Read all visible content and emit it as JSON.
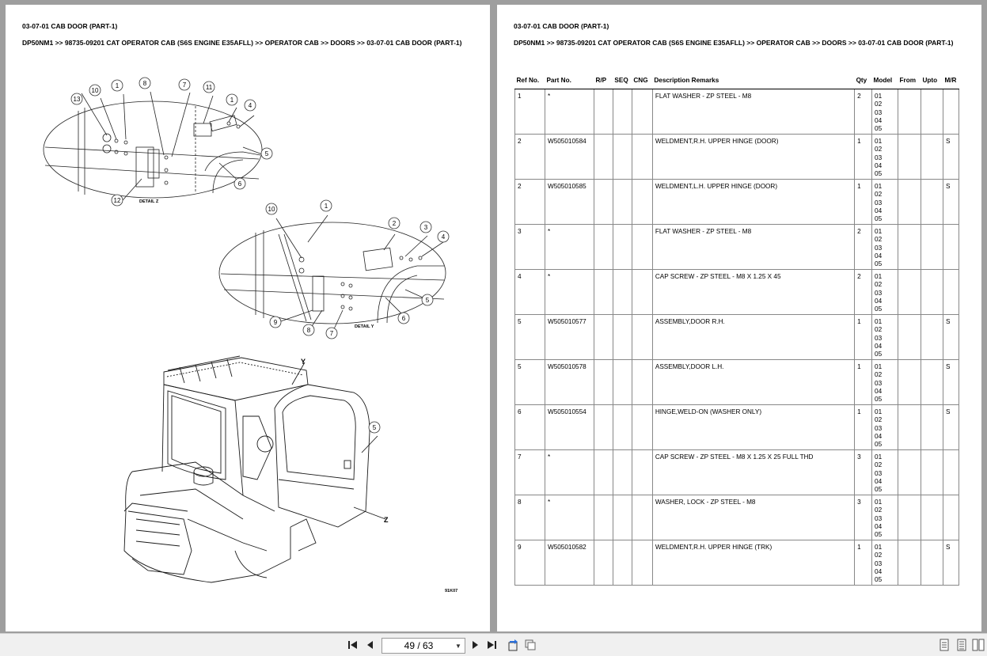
{
  "left_page": {
    "title": "03-07-01 CAB DOOR (PART-1)",
    "breadcrumb": "DP50NM1 >> 98735-09201 CAT OPERATOR CAB (S6S ENGINE E35AFLL) >> OPERATOR CAB >> DOORS >> 03-07-01 CAB DOOR (PART-1)",
    "diagram": {
      "detail_z_label": "DETAIL Z",
      "detail_y_label": "DETAIL Y",
      "y_marker": "Y",
      "z_marker": "Z",
      "figure_code": "91K07",
      "callouts_z": [
        "13",
        "10",
        "1",
        "8",
        "7",
        "11",
        "1",
        "4",
        "5",
        "6",
        "12"
      ],
      "callouts_y": [
        "10",
        "1",
        "2",
        "3",
        "4",
        "5",
        "6",
        "7",
        "8",
        "9"
      ],
      "callout_main": "5"
    }
  },
  "right_page": {
    "title": "03-07-01 CAB DOOR (PART-1)",
    "breadcrumb": "DP50NM1 >> 98735-09201 CAT OPERATOR CAB (S6S ENGINE E35AFLL) >> OPERATOR CAB >> DOORS >> 03-07-01 CAB DOOR (PART-1)",
    "table": {
      "headers": [
        "Ref No.",
        "Part No.",
        "R/P",
        "SEQ",
        "CNG",
        "Description Remarks",
        "Qty",
        "Model",
        "From",
        "Upto",
        "M/R"
      ],
      "rows": [
        {
          "ref": "1",
          "part": "*",
          "desc": " FLAT WASHER - ZP STEEL - M8",
          "qty": "2",
          "models": [
            "01",
            "02",
            "03",
            "04",
            "05"
          ],
          "mr": ""
        },
        {
          "ref": "2",
          "part": "W505010584",
          "desc": "WELDMENT,R.H. UPPER HINGE (DOOR)",
          "qty": "1",
          "models": [
            "01",
            "02",
            "03",
            "04",
            "05"
          ],
          "mr": "S"
        },
        {
          "ref": "2",
          "part": "W505010585",
          "desc": "WELDMENT,L.H. UPPER HINGE (DOOR)",
          "qty": "1",
          "models": [
            "01",
            "02",
            "03",
            "04",
            "05"
          ],
          "mr": "S"
        },
        {
          "ref": "3",
          "part": "*",
          "desc": " FLAT WASHER - ZP STEEL - M8",
          "qty": "2",
          "models": [
            "01",
            "02",
            "03",
            "04",
            "05"
          ],
          "mr": ""
        },
        {
          "ref": "4",
          "part": "*",
          "desc": " CAP SCREW - ZP STEEL - M8 X 1.25 X 45",
          "qty": "2",
          "models": [
            "01",
            "02",
            "03",
            "04",
            "05"
          ],
          "mr": ""
        },
        {
          "ref": "5",
          "part": "W505010577",
          "desc": "ASSEMBLY,DOOR R.H.",
          "qty": "1",
          "models": [
            "01",
            "02",
            "03",
            "04",
            "05"
          ],
          "mr": "S"
        },
        {
          "ref": "5",
          "part": "W505010578",
          "desc": "ASSEMBLY,DOOR L.H.",
          "qty": "1",
          "models": [
            "01",
            "02",
            "03",
            "04",
            "05"
          ],
          "mr": "S"
        },
        {
          "ref": "6",
          "part": "W505010554",
          "desc": "HINGE,WELD-ON (WASHER ONLY)",
          "qty": "1",
          "models": [
            "01",
            "02",
            "03",
            "04",
            "05"
          ],
          "mr": "S"
        },
        {
          "ref": "7",
          "part": "*",
          "desc": " CAP SCREW - ZP STEEL - M8 X 1.25 X 25 FULL THD",
          "qty": "3",
          "models": [
            "01",
            "02",
            "03",
            "04",
            "05"
          ],
          "mr": ""
        },
        {
          "ref": "8",
          "part": "*",
          "desc": " WASHER, LOCK - ZP STEEL - M8",
          "qty": "3",
          "models": [
            "01",
            "02",
            "03",
            "04",
            "05"
          ],
          "mr": ""
        },
        {
          "ref": "9",
          "part": "W505010582",
          "desc": "WELDMENT,R.H. UPPER HINGE (TRK)",
          "qty": "1",
          "models": [
            "01",
            "02",
            "03",
            "04",
            "05"
          ],
          "mr": "S"
        }
      ]
    }
  },
  "toolbar": {
    "page_indicator": "49 / 63",
    "icons": [
      "first-page-icon",
      "prev-page-icon",
      "next-page-icon",
      "last-page-icon",
      "rotate-icon",
      "thumbnail-icon",
      "single-page-icon",
      "two-page-icon",
      "fit-width-icon"
    ]
  }
}
